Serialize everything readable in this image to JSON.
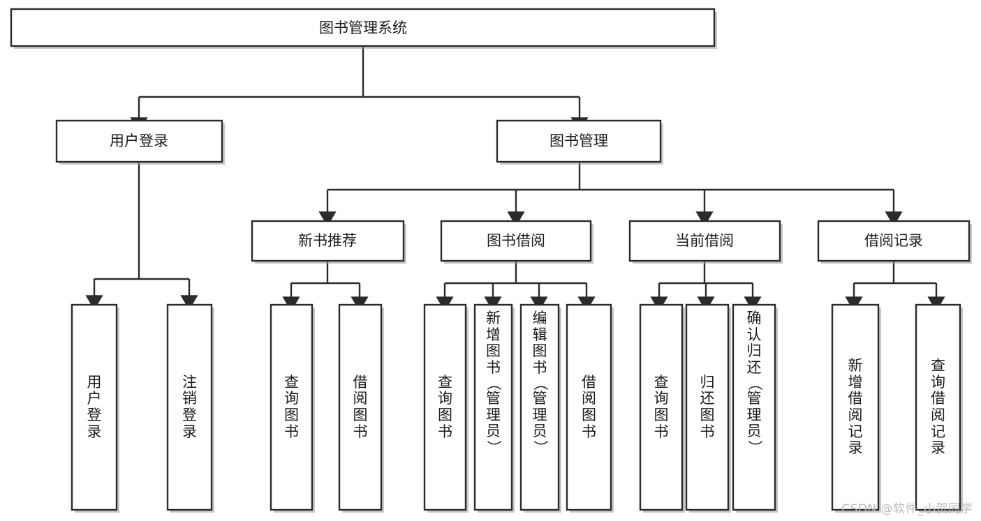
{
  "diagram": {
    "type": "tree",
    "title": "图书管理系统",
    "watermark": "CSDN @软件_小贺同学",
    "colors": {
      "box_stroke": "#2b2b2b",
      "box_fill": "#ffffff",
      "connector": "#2b2b2b",
      "text": "#1a1a1a",
      "watermark": "#b9b9b9",
      "background": "#ffffff"
    },
    "root": {
      "label": "图书管理系统"
    },
    "level2": [
      {
        "label": "用户登录"
      },
      {
        "label": "图书管理"
      }
    ],
    "level3": [
      {
        "label": "新书推荐"
      },
      {
        "label": "图书借阅"
      },
      {
        "label": "当前借阅"
      },
      {
        "label": "借阅记录"
      }
    ],
    "leaves": {
      "user_login": [
        {
          "label": "用户登录",
          "lines": [
            "用",
            "户",
            "登",
            "录"
          ]
        },
        {
          "label": "注销登录",
          "lines": [
            "注",
            "销",
            "登",
            "录"
          ]
        }
      ],
      "new_book_recommend": [
        {
          "label": "查询图书",
          "lines": [
            "查",
            "询",
            "图",
            "书"
          ]
        },
        {
          "label": "借阅图书",
          "lines": [
            "借",
            "阅",
            "图",
            "书"
          ]
        }
      ],
      "book_borrow": [
        {
          "label": "查询图书",
          "lines": [
            "查",
            "询",
            "图",
            "书"
          ]
        },
        {
          "label": "新增图书（管理员）",
          "lines": [
            "新",
            "增",
            "图",
            "书",
            "（",
            "管",
            "理",
            "员",
            "）"
          ]
        },
        {
          "label": "编辑图书（管理员）",
          "lines": [
            "编",
            "辑",
            "图",
            "书",
            "（",
            "管",
            "理",
            "员",
            "）"
          ]
        },
        {
          "label": "借阅图书",
          "lines": [
            "借",
            "阅",
            "图",
            "书"
          ]
        }
      ],
      "current_borrow": [
        {
          "label": "查询图书",
          "lines": [
            "查",
            "询",
            "图",
            "书"
          ]
        },
        {
          "label": "归还图书",
          "lines": [
            "归",
            "还",
            "图",
            "书"
          ]
        },
        {
          "label": "确认归还（管理员）",
          "lines": [
            "确",
            "认",
            "归",
            "还",
            "（",
            "管",
            "理",
            "员",
            "）"
          ]
        }
      ],
      "borrow_record": [
        {
          "label": "新增借阅记录",
          "lines": [
            "新",
            "增",
            "借",
            "阅",
            "记",
            "录"
          ]
        },
        {
          "label": "查询借阅记录",
          "lines": [
            "查",
            "询",
            "借",
            "阅",
            "记",
            "录"
          ]
        }
      ]
    }
  }
}
